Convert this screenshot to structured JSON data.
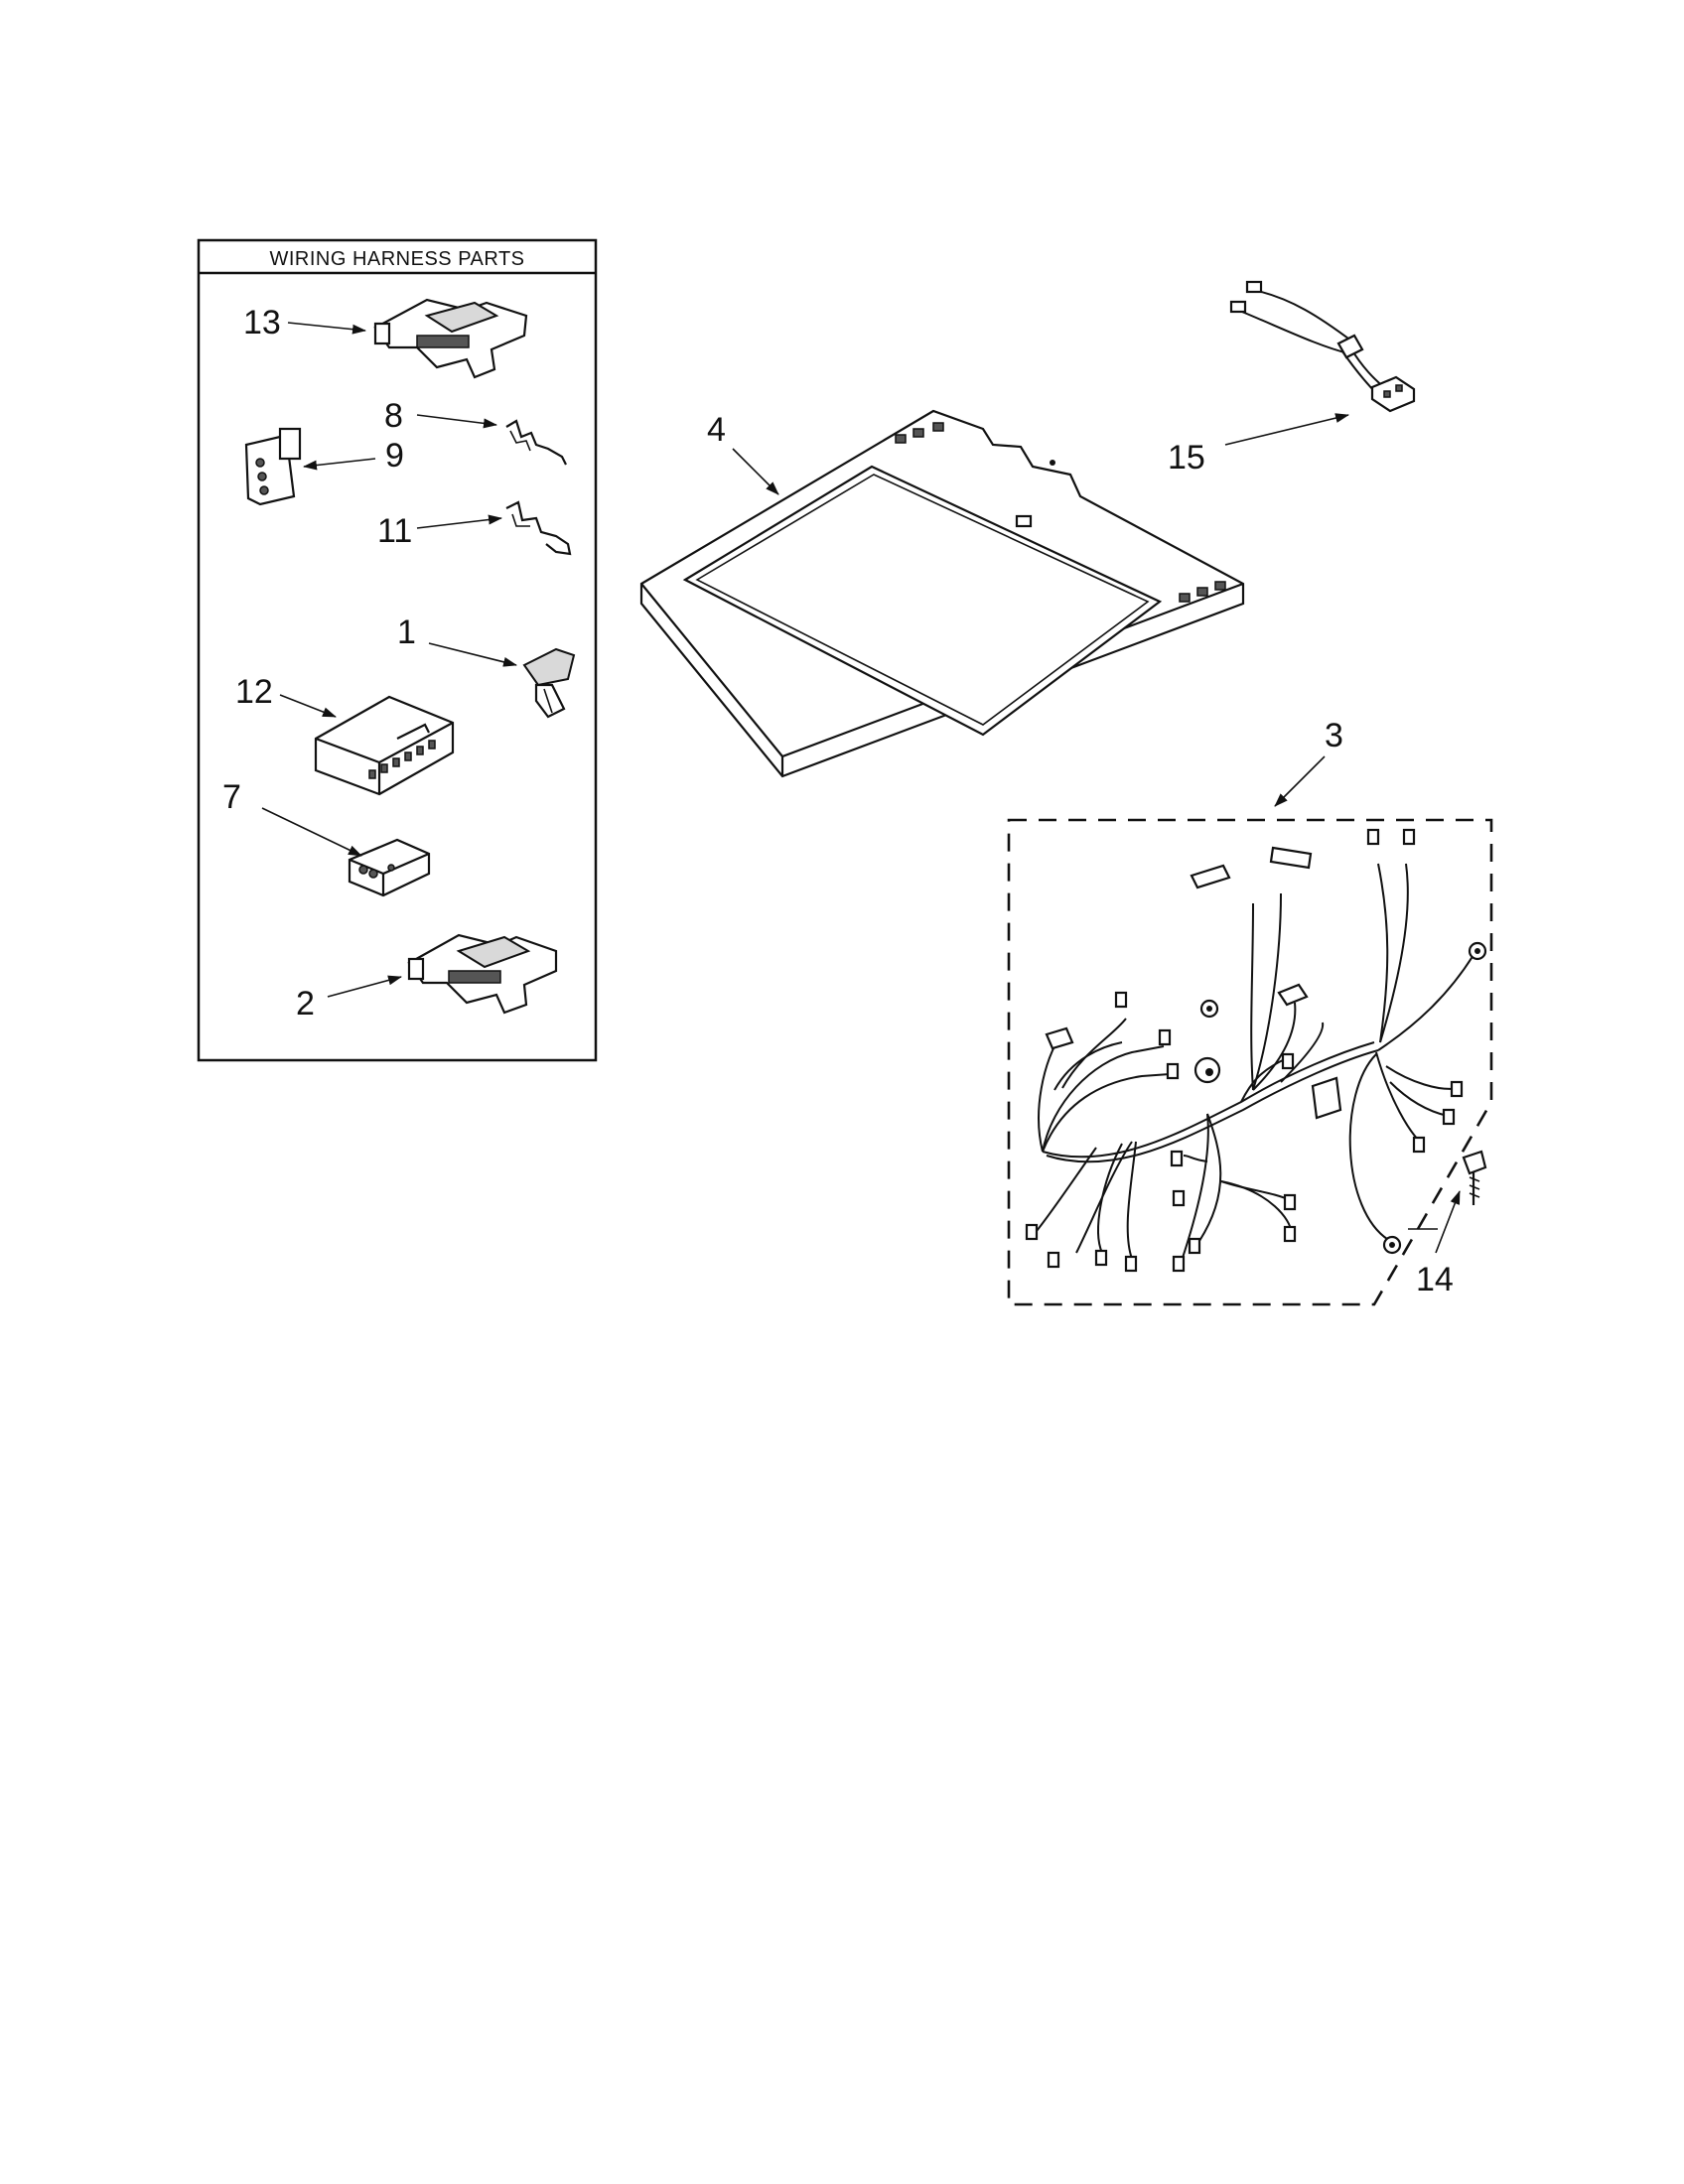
{
  "title_box": {
    "heading": "WIRING HARNESS PARTS"
  },
  "callouts": {
    "p13": "13",
    "p8": "8",
    "p9": "9",
    "p11": "11",
    "p1": "1",
    "p12": "12",
    "p7": "7",
    "p2": "2",
    "p4": "4",
    "p15": "15",
    "p3": "3",
    "p14": "14"
  }
}
